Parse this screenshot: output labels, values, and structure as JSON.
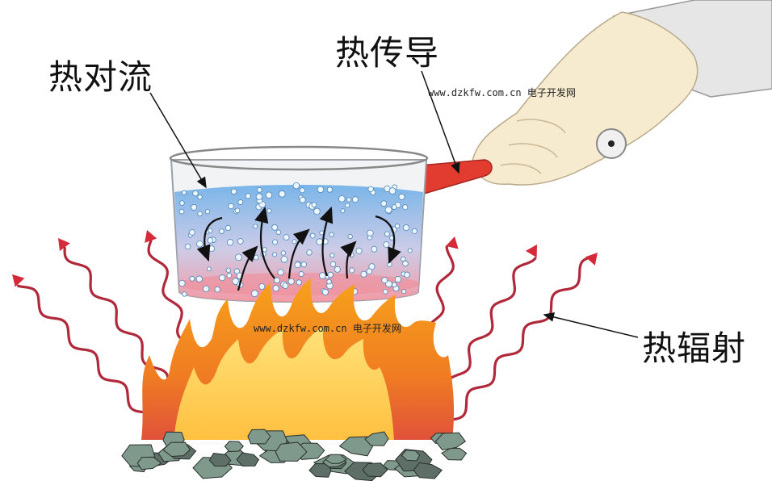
{
  "labels": {
    "convection": "热对流",
    "conduction": "热传导",
    "radiation": "热辐射"
  },
  "watermarks": [
    "www.dzkfw.com.cn 电子开发网",
    "www.dzkfw.com.cn 电子开发网"
  ],
  "colors": {
    "radiation_wave": "#b0283a",
    "water_top": "#7fb6e6",
    "water_bottom": "#f0a0a8",
    "handle": "#e23b30",
    "flame_outer": "#f47a1f",
    "flame_inner": "#ffd54a",
    "coal": "#7f9a8c"
  }
}
